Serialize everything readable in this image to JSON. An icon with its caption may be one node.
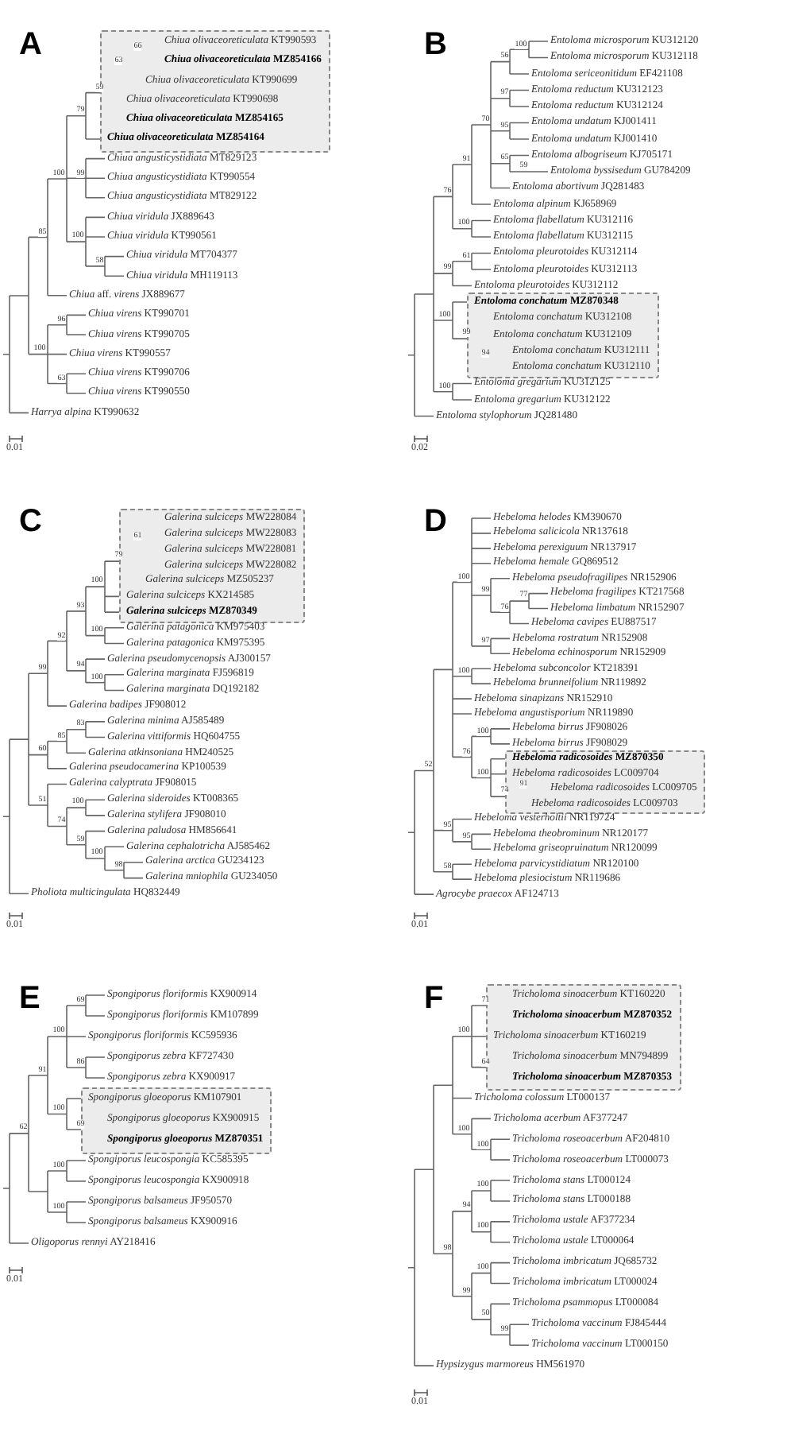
{
  "diagram": {
    "nodes": [
      {
        "text": [],
        "shape": "box"
      },
      {
        "text": [
          "*Chiua olivaceoreticulata* KT990593"
        ],
        "in": 0
      },
      {
        "text": [
          "*Chiua olivaceoreticulata* MZ854166"
        ],
        "in": 0
      },
      {
        "text": [
          "*Chiua olivaceoreticulata* KT990699"
        ],
        "in": 0
      },
      {
        "text": [
          "*Chiua olivaceoreticulata* KT990698"
        ],
        "in": 0
      },
      {
        "text": [
          "*Chiua olivaceoreticulata* MZ854165"
        ],
        "in": 0
      },
      {
        "text": [
          "*Chiua olivaceoreticulata* MZ854164"
        ],
        "in": 0
      },
      {
        "text": [
          "*Chiua angusticystidiata* MT829123"
        ]
      },
      {
        "text": [
          "*Chiua angusticystidiata* KT990554"
        ]
      },
      {
        "text": [
          "*Chiua angusticystidiata* MT829122"
        ]
      },
      {
        "text": [
          "*Chiua viridula* JX889643"
        ]
      },
      {
        "text": [
          "*Chiua viridula* KT990561"
        ]
      },
      {
        "text": [
          "*Chiua viridula* MT704377"
        ]
      },
      {
        "text": [
          "*Chiua viridula* MH119113"
        ]
      },
      {
        "text": [
          "*Chiua* aff. *virens* JX889677"
        ]
      },
      {
        "text": [
          "*Chiua virens* KT990701"
        ]
      },
      {
        "text": [
          "*Chiua virens* KT990705"
        ]
      },
      {
        "text": [
          "*Chiua virens* KT990557"
        ]
      },
      {
        "text": [
          "*Chiua virens* KT990706"
        ]
      },
      {
        "text": [
          "*Chiua virens* KT990550"
        ]
      },
      {
        "text": [
          "*Harrya alpina* KT990632"
        ]
      },
      {
        "text": [
          "*Entoloma microsporum* KU312120"
        ]
      },
      {
        "text": [
          "*Entoloma microsporum* KU312118"
        ]
      },
      {
        "text": [
          "*Entoloma sericeonitidum* EF421108"
        ]
      },
      {
        "text": [
          "*Entoloma reductum* KU312123"
        ]
      },
      {
        "text": [
          "*Entoloma reductum* KU312124"
        ]
      },
      {
        "text": [
          "*Entoloma undatum* KJ001411"
        ]
      },
      {
        "text": [
          "*Entoloma undatum* KJ001410"
        ]
      },
      {
        "text": [
          "*Entoloma albogriseum* KJ705171"
        ]
      },
      {
        "text": [
          "*Entoloma byssisedum* GU784209"
        ]
      },
      {
        "text": [
          "*Entoloma abortivum* JQ281483"
        ]
      },
      {
        "text": [
          "*Entoloma alpinum* KJ658969"
        ]
      },
      {
        "text": [
          "*Entoloma flabellatum* KU312116"
        ]
      },
      {
        "text": [
          "*Entoloma flabellatum* KU312115"
        ]
      },
      {
        "text": [
          "*Entoloma pleurotoides* KU312114"
        ]
      },
      {
        "text": [
          "*Entoloma pleurotoides* KU312113"
        ]
      },
      {
        "text": [
          "*Entoloma pleurotoides* KU312112"
        ]
      },
      {
        "text": [],
        "shape": "box"
      },
      {
        "text": [
          "*Entoloma conchatum* MZ870348"
        ],
        "in": 37
      },
      {
        "text": [
          "*Entoloma conchatum* KU312108"
        ],
        "in": 37
      },
      {
        "text": [
          "*Entoloma conchatum* KU312109"
        ],
        "in": 37
      },
      {
        "text": [
          "*Entoloma conchatum* KU312111"
        ],
        "in": 37
      },
      {
        "text": [
          "*Entoloma conchatum* KU312110"
        ],
        "in": 37
      },
      {
        "text": [
          "*Entoloma gregarium* KU312125"
        ]
      },
      {
        "text": [
          "*Entoloma gregarium* KU312122"
        ]
      },
      {
        "text": [
          "*Entoloma stylophorum* JQ281480"
        ]
      },
      {
        "text": [],
        "shape": "box"
      },
      {
        "text": [
          "*Galerina sulciceps* MW228084"
        ],
        "in": 46
      },
      {
        "text": [
          "*Galerina sulciceps* MW228083"
        ],
        "in": 46
      },
      {
        "text": [
          "*Galerina sulciceps* MW228081"
        ],
        "in": 46
      },
      {
        "text": [
          "*Galerina sulciceps* MW228082"
        ],
        "in": 46
      },
      {
        "text": [
          "*Galerina sulciceps* MZ505237"
        ],
        "in": 46
      },
      {
        "text": [
          "*Galerina sulciceps* KX214585"
        ],
        "in": 46
      },
      {
        "text": [
          "*Galerina sulciceps* MZ870349"
        ],
        "in": 46
      },
      {
        "text": [
          "*Galerina patagonica* KM975403"
        ]
      },
      {
        "text": [
          "*Galerina patagonica* KM975395"
        ]
      },
      {
        "text": [
          "*Galerina pseudomycenopsis* AJ300157"
        ]
      },
      {
        "text": [
          "*Galerina marginata* FJ596819"
        ]
      },
      {
        "text": [
          "*Galerina marginata* DQ192182"
        ]
      },
      {
        "text": [
          "*Galerina badipes* JF908012"
        ]
      },
      {
        "text": [
          "*Galerina minima* AJ585489"
        ]
      },
      {
        "text": [
          "*Galerina vittiformis* HQ604755"
        ]
      },
      {
        "text": [
          "*Galerina atkinsoniana* HM240525"
        ]
      },
      {
        "text": [
          "*Galerina pseudocamerina* KP100539"
        ]
      },
      {
        "text": [
          "*Galerina calyptrata* JF908015"
        ]
      },
      {
        "text": [
          "*Galerina sideroides* KT008365"
        ]
      },
      {
        "text": [
          "*Galerina stylifera* JF908010"
        ]
      },
      {
        "text": [
          "*Galerina paludosa* HM856641"
        ]
      },
      {
        "text": [
          "*Galerina cephalotricha* AJ585462"
        ]
      },
      {
        "text": [
          "*Galerina arctica* GU234123"
        ]
      },
      {
        "text": [
          "*Galerina mniophila* GU234050"
        ]
      },
      {
        "text": [
          "*Pholiota multicingulata* HQ832449"
        ]
      },
      {
        "text": [
          "*Hebeloma helodes* KM390670"
        ]
      },
      {
        "text": [
          "*Hebeloma salicicola* NR137618"
        ]
      },
      {
        "text": [
          "*Hebeloma perexiguum* NR137917"
        ]
      },
      {
        "text": [
          "*Hebeloma hemale* GQ869512"
        ]
      },
      {
        "text": [
          "*Hebeloma pseudofragilipes* NR152906"
        ]
      },
      {
        "text": [
          "*Hebeloma fragilipes* KT217568"
        ]
      },
      {
        "text": [
          "*Hebeloma limbatum* NR152907"
        ]
      },
      {
        "text": [
          "*Hebeloma cavipes* EU887517"
        ]
      },
      {
        "text": [
          "*Hebeloma rostratum* NR152908"
        ]
      },
      {
        "text": [
          "*Hebeloma echinosporum* NR152909"
        ]
      },
      {
        "text": [
          "*Hebeloma subconcolor* KT218391"
        ]
      },
      {
        "text": [
          "*Hebeloma brunneifolium* NR119892"
        ]
      },
      {
        "text": [
          "*Hebeloma sinapizans* NR152910"
        ]
      },
      {
        "text": [
          "*Hebeloma angustisporium* NR119890"
        ]
      },
      {
        "text": [
          "*Hebeloma birrus* JF908026"
        ]
      },
      {
        "text": [
          "*Hebeloma birrus* JF908029"
        ]
      },
      {
        "text": [],
        "shape": "box"
      },
      {
        "text": [
          "*Hebeloma radicosoides* MZ870350"
        ],
        "in": 88
      },
      {
        "text": [
          "*Hebeloma radicosoides* LC009704"
        ],
        "in": 88
      },
      {
        "text": [
          "*Hebeloma radicosoides* LC009705"
        ],
        "in": 88
      },
      {
        "text": [
          "*Hebeloma radicosoides* LC009703"
        ],
        "in": 88
      },
      {
        "text": [
          "*Hebeloma vesterholtii* NR119724"
        ]
      },
      {
        "text": [
          "*Hebeloma theobrominum* NR120177"
        ]
      },
      {
        "text": [
          "*Hebeloma griseopruinatum* NR120099"
        ]
      },
      {
        "text": [
          "*Hebeloma parvicystidiatum* NR120100"
        ]
      },
      {
        "text": [
          "*Hebeloma plesiocistum* NR119686"
        ]
      },
      {
        "text": [
          "*Agrocybe praecox* AF124713"
        ]
      },
      {
        "text": [
          "*Spongiporus floriformis* KX900914"
        ]
      },
      {
        "text": [
          "*Spongiporus floriformis* KM107899"
        ]
      },
      {
        "text": [
          "*Spongiporus floriformis* KC595936"
        ]
      },
      {
        "text": [
          "*Spongiporus zebra* KF727430"
        ]
      },
      {
        "text": [
          "*Spongiporus zebra* KX900917"
        ]
      },
      {
        "text": [],
        "shape": "box"
      },
      {
        "text": [
          "*Spongiporus gloeoporus* KM107901"
        ],
        "in": 104
      },
      {
        "text": [
          "*Spongiporus gloeoporus* KX900915"
        ],
        "in": 104
      },
      {
        "text": [
          "*Spongiporus gloeoporus* MZ870351"
        ],
        "in": 104
      },
      {
        "text": [
          "*Spongiporus leucospongia* KC585395"
        ]
      },
      {
        "text": [
          "*Spongiporus leucospongia* KX900918"
        ]
      },
      {
        "text": [
          "*Spongiporus balsameus* JF950570"
        ]
      },
      {
        "text": [
          "*Spongiporus balsameus* KX900916"
        ]
      },
      {
        "text": [
          "*Oligoporus rennyi* AY218416"
        ]
      },
      {
        "text": [],
        "shape": "box"
      },
      {
        "text": [
          "*Tricholoma sinoacerbum* KT160220"
        ],
        "in": 113
      },
      {
        "text": [
          "*Tricholoma sinoacerbum* MZ870352"
        ],
        "in": 113
      },
      {
        "text": [
          "*Tricholoma sinoacerbum* KT160219"
        ],
        "in": 113
      },
      {
        "text": [
          "*Tricholoma sinoacerbum* MN794899"
        ],
        "in": 113
      },
      {
        "text": [
          "*Tricholoma sinoacerbum* MZ870353"
        ],
        "in": 113
      },
      {
        "text": [
          "*Tricholoma colossum* LT000137"
        ]
      },
      {
        "text": [
          "*Tricholoma acerbum* AF377247"
        ]
      },
      {
        "text": [
          "*Tricholoma roseoacerbum* AF204810"
        ]
      },
      {
        "text": [
          "*Tricholoma roseoacerbum* LT000073"
        ]
      },
      {
        "text": [
          "*Tricholoma stans* LT000124"
        ]
      },
      {
        "text": [
          "*Tricholoma stans* LT000188"
        ]
      },
      {
        "text": [
          "*Tricholoma ustale* AF377234"
        ]
      },
      {
        "text": [
          "*Tricholoma ustale* LT000064"
        ]
      },
      {
        "text": [
          "*Tricholoma imbricatum* JQ685732"
        ]
      },
      {
        "text": [
          "*Tricholoma imbricatum* LT000024"
        ]
      },
      {
        "text": [
          "*Tricholoma psammopus* LT000084"
        ]
      },
      {
        "text": [
          "*Tricholoma vaccinum* FJ845444"
        ]
      },
      {
        "text": [
          "*Tricholoma vaccinum* LT000150"
        ]
      },
      {
        "text": [
          "*Hypsizygus marmoreus* HM561970"
        ]
      }
    ],
    "labels": [
      "A",
      "66",
      "63",
      "59",
      "79",
      "99",
      "100",
      "85",
      "100",
      "58",
      "96",
      "100",
      "63",
      "0.01",
      "B",
      "100",
      "56",
      "97",
      "70",
      "95",
      "91",
      "65",
      "59",
      "76",
      "100",
      "61",
      "99",
      "100",
      "99",
      "94",
      "100",
      "0.02",
      "C",
      "61",
      "79",
      "100",
      "93",
      "100",
      "92",
      "99",
      "94",
      "100",
      "83",
      "85",
      "60",
      "100",
      "51",
      "74",
      "59",
      "100",
      "98",
      "0.01",
      "D",
      "99",
      "77",
      "100",
      "76",
      "97",
      "100",
      "100",
      "76",
      "100",
      "52",
      "91",
      "74",
      "95",
      "95",
      "58",
      "0.01",
      "E",
      "69",
      "100",
      "86",
      "91",
      "100",
      "62",
      "69",
      "100",
      "100",
      "0.01",
      "F",
      "71",
      "100",
      "64",
      "100",
      "100",
      "100",
      "94",
      "100",
      "98",
      "100",
      "99",
      "50",
      "99",
      "0.01"
    ]
  }
}
